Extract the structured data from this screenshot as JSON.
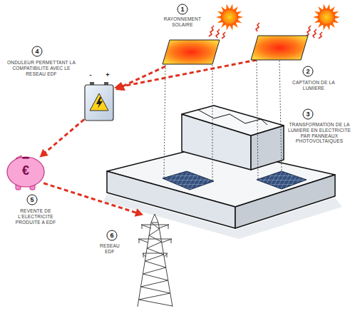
{
  "diagram": {
    "nodes": [
      {
        "text": [
          "CAPTATION DE LA LUMIERE"
        ]
      },
      {
        "text": [
          "ONDULEUR PERMETTANT LA COMPATIBILITE AVEC LE RESEAU EDF"
        ]
      },
      {
        "text": [
          "€",
          "REVENTE DE L'ELECTRICITE PRODUITE A EDF"
        ]
      },
      {
        "text": [
          "RESEAU EDF"
        ]
      }
    ],
    "edges": [
      {
        "from": 0,
        "to": 1,
        "arrow": "to"
      },
      {
        "from": 1,
        "to": 2,
        "arrow": "to"
      },
      {
        "from": 2,
        "to": 3,
        "arrow": "to"
      }
    ],
    "labels": [
      "1",
      "RAYONNEMENT SOLAIRE",
      "2",
      "3",
      "TRANSFORMATION DE LA LUMIERE EN ELECTRICITE PAR PANNEAUX PHOTOVOLTAIQUES",
      "4",
      "5",
      "6",
      "-",
      "+"
    ]
  }
}
